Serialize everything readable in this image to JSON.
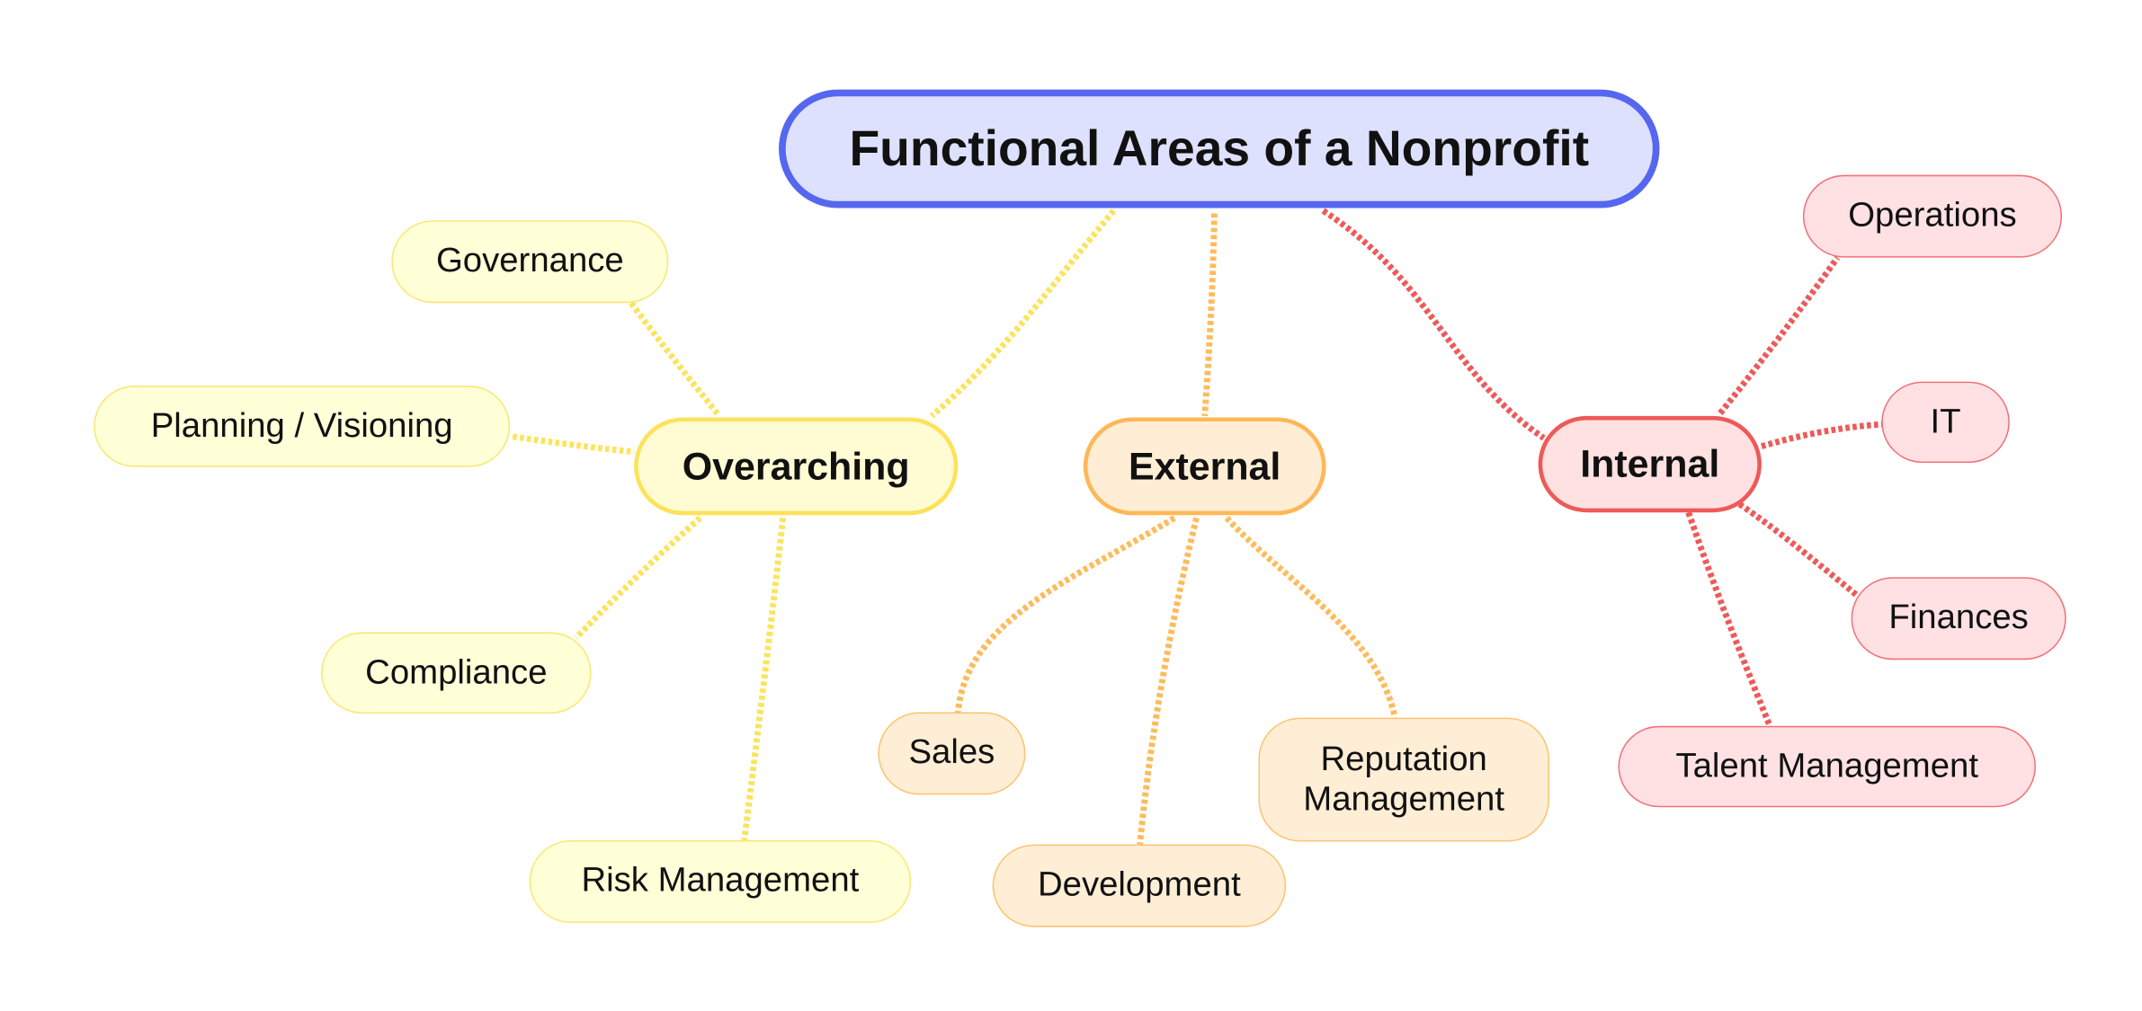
{
  "title": "Functional Areas of a Nonprofit",
  "colors": {
    "root_border": "#5567ee",
    "root_fill": "#dde1fd",
    "overarching": "#fde25a",
    "external": "#ffb757",
    "internal": "#ee5959"
  },
  "branches": {
    "overarching": {
      "label": "Overarching",
      "children": [
        "Governance",
        "Planning / Visioning",
        "Compliance",
        "Risk Management"
      ]
    },
    "external": {
      "label": "External",
      "children": [
        "Sales",
        "Development",
        "Reputation\nManagement"
      ]
    },
    "internal": {
      "label": "Internal",
      "children": [
        "Operations",
        "IT",
        "Finances",
        "Talent Management"
      ]
    }
  }
}
